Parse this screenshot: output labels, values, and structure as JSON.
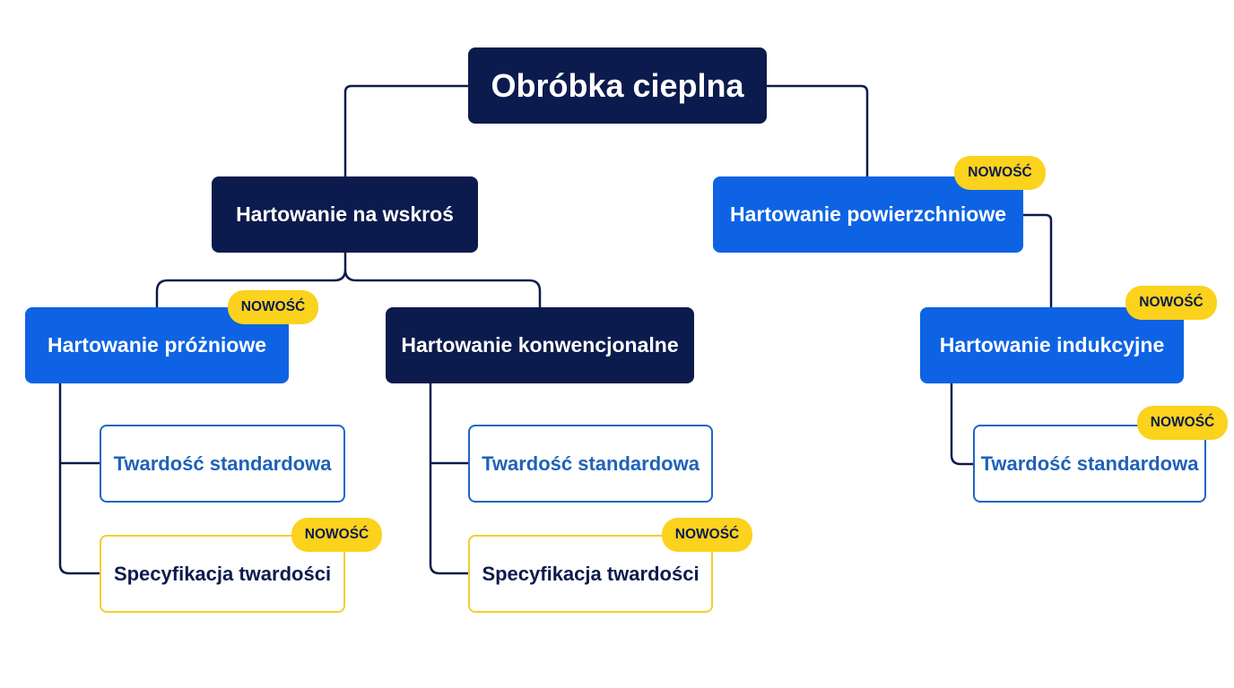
{
  "root": {
    "label": "Obróbka cieplna"
  },
  "branches": {
    "through": {
      "label": "Hartowanie na wskroś",
      "vacuum": {
        "label": "Hartowanie próżniowe",
        "badge": "NOWOŚĆ",
        "leaves": [
          {
            "label": "Twardość standardowa"
          },
          {
            "label": "Specyfikacja twardości",
            "badge": "NOWOŚĆ"
          }
        ]
      },
      "conventional": {
        "label": "Hartowanie konwencjonalne",
        "leaves": [
          {
            "label": "Twardość standardowa"
          },
          {
            "label": "Specyfikacja twardości",
            "badge": "NOWOŚĆ"
          }
        ]
      }
    },
    "surface": {
      "label": "Hartowanie powierzchniowe",
      "badge": "NOWOŚĆ",
      "induction": {
        "label": "Hartowanie indukcyjne",
        "badge": "NOWOŚĆ",
        "leaves": [
          {
            "label": "Twardość standardowa",
            "badge": "NOWOŚĆ"
          }
        ]
      }
    }
  },
  "colors": {
    "dark_navy": "#0c1b4d",
    "bright_blue": "#0d63e4",
    "outline_blue": "#1f65c4",
    "outline_yellow": "#f2cf2e",
    "badge_yellow": "#fbd21c"
  }
}
